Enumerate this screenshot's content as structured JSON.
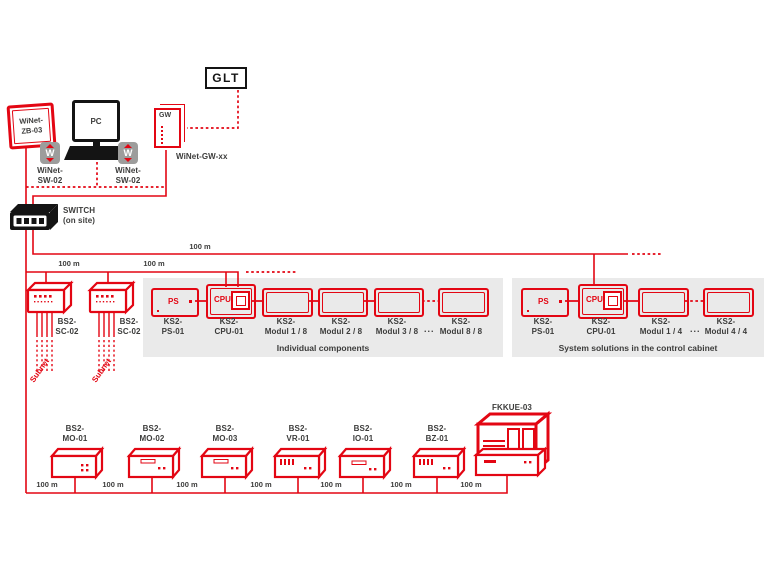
{
  "colors": {
    "red": "#e30613",
    "dark": "#3c3c3b",
    "panel_gray": "#eaeaea",
    "icon_gray": "#9d9d9c",
    "black": "#141414"
  },
  "top": {
    "glt": "GLT",
    "pc": "PC",
    "gw": "GW",
    "gw_label": "WiNet-GW-xx",
    "zb_label": "WiNet-\nZB-03",
    "sw_icon_letter": "W",
    "sw_label": "WiNet-\nSW-02",
    "switch_label": "SWITCH\n(on site)"
  },
  "distance": "100 m",
  "subnet": "Subnet",
  "sc_label": "BS2-\nSC-02",
  "group1": {
    "caption": "Individual components",
    "ps_text": "PS",
    "cpu_text": "CPU",
    "ellipsis": "...",
    "labels": [
      "KS2-\nPS-01",
      "KS2-\nCPU-01",
      "KS2-\nModul 1 / 8",
      "KS2-\nModul 2 / 8",
      "KS2-\nModul 3 / 8",
      "KS2-\nModul 8 / 8"
    ]
  },
  "group2": {
    "caption": "System solutions in the control cabinet",
    "ps_text": "PS",
    "cpu_text": "CPU",
    "ellipsis": "...",
    "labels": [
      "KS2-\nPS-01",
      "KS2-\nCPU-01",
      "KS2-\nModul 1 / 4",
      "KS2-\nModul 4 / 4"
    ]
  },
  "bottom": {
    "devices": [
      "BS2-\nMO-01",
      "BS2-\nMO-02",
      "BS2-\nMO-03",
      "BS2-\nVR-01",
      "BS2-\nIO-01",
      "BS2-\nBZ-01"
    ],
    "cabinet": "FKKUE-03"
  }
}
